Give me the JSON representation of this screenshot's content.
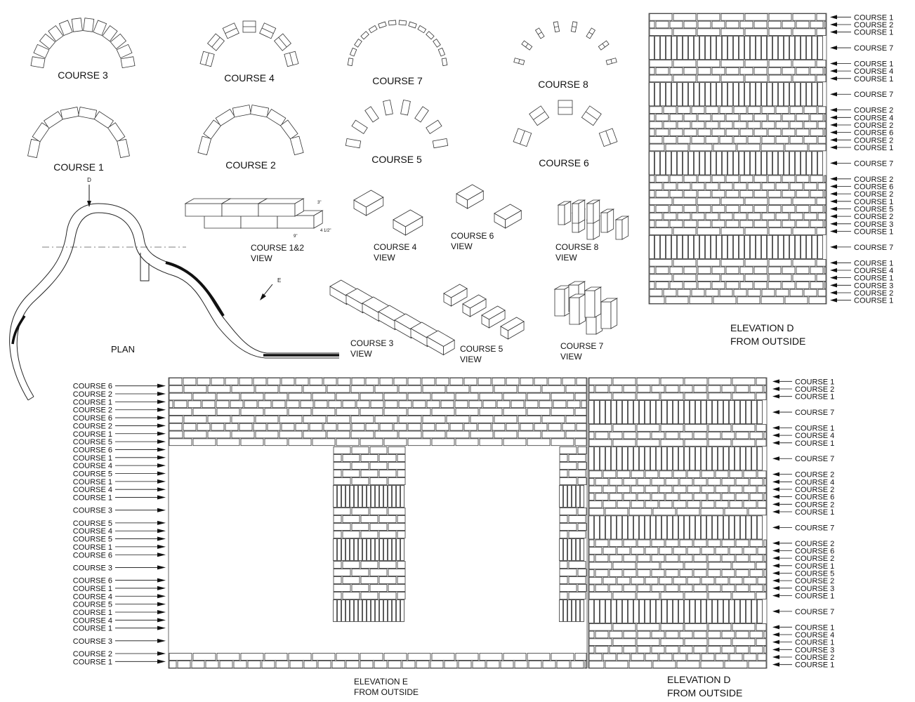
{
  "arcs": {
    "course3": "COURSE  3",
    "course4": "COURSE  4",
    "course7": "COURSE  7",
    "course8": "COURSE  8",
    "course1": "COURSE  1",
    "course2": "COURSE  2",
    "course5": "COURSE  5",
    "course6": "COURSE  6"
  },
  "plan": {
    "label": "PLAN",
    "marker_d": "D",
    "marker_e": "E"
  },
  "iso_views": {
    "c12": [
      "COURSE 1&2",
      "VIEW"
    ],
    "c4": [
      "COURSE 4",
      "VIEW"
    ],
    "c6": [
      "COURSE 6",
      "VIEW"
    ],
    "c8": [
      "COURSE 8",
      "VIEW"
    ],
    "c3": [
      "COURSE 3",
      "VIEW"
    ],
    "c5": [
      "COURSE 5",
      "VIEW"
    ],
    "c7": [
      "COURSE 7",
      "VIEW"
    ],
    "dim_height": "3\"",
    "dim_length": "9\"",
    "dim_width": "4 1/2\""
  },
  "elevation_d_top": {
    "title": [
      "ELEVATION D",
      "FROM OUTSIDE"
    ],
    "courses": [
      "COURSE 1",
      "COURSE 2",
      "COURSE 1",
      "COURSE 7",
      "COURSE 1",
      "COURSE 4",
      "COURSE 1",
      "COURSE 7",
      "COURSE 2",
      "COURSE 4",
      "COURSE 2",
      "COURSE 6",
      "COURSE 2",
      "COURSE 1",
      "COURSE 7",
      "COURSE 2",
      "COURSE 6",
      "COURSE 2",
      "COURSE 1",
      "COURSE 5",
      "COURSE 2",
      "COURSE 3",
      "COURSE 1",
      "COURSE 7",
      "COURSE 1",
      "COURSE 4",
      "COURSE 1",
      "COURSE 3",
      "COURSE 2",
      "COURSE 1"
    ]
  },
  "elevation_e": {
    "title": [
      "ELEVATION E",
      "FROM OUTSIDE"
    ],
    "courses": [
      "COURSE 6",
      "COURSE 2",
      "COURSE 1",
      "COURSE 2",
      "COURSE 6",
      "COURSE 2",
      "COURSE 1",
      "COURSE 5",
      "COURSE 6",
      "COURSE 1",
      "COURSE 4",
      "COURSE 5",
      "COURSE 1",
      "COURSE 4",
      "COURSE 1",
      "COURSE 3",
      "COURSE 5",
      "COURSE 4",
      "COURSE 5",
      "COURSE 1",
      "COURSE 6",
      "COURSE 3",
      "COURSE 6",
      "COURSE 1",
      "COURSE 4",
      "COURSE 5",
      "COURSE 1",
      "COURSE 4",
      "COURSE 1",
      "COURSE 3",
      "COURSE 2",
      "COURSE 1"
    ]
  },
  "elevation_d_bottom": {
    "title": [
      "ELEVATION D",
      "FROM OUTSIDE"
    ],
    "courses": [
      "COURSE 1",
      "COURSE 2",
      "COURSE 1",
      "COURSE 7",
      "COURSE 1",
      "COURSE 4",
      "COURSE 1",
      "COURSE 7",
      "COURSE 2",
      "COURSE 4",
      "COURSE 2",
      "COURSE 6",
      "COURSE 2",
      "COURSE 1",
      "COURSE 7",
      "COURSE 2",
      "COURSE 6",
      "COURSE 2",
      "COURSE 1",
      "COURSE 5",
      "COURSE 2",
      "COURSE 3",
      "COURSE 1",
      "COURSE 7",
      "COURSE 1",
      "COURSE 4",
      "COURSE 1",
      "COURSE 3",
      "COURSE 2",
      "COURSE 1"
    ]
  }
}
